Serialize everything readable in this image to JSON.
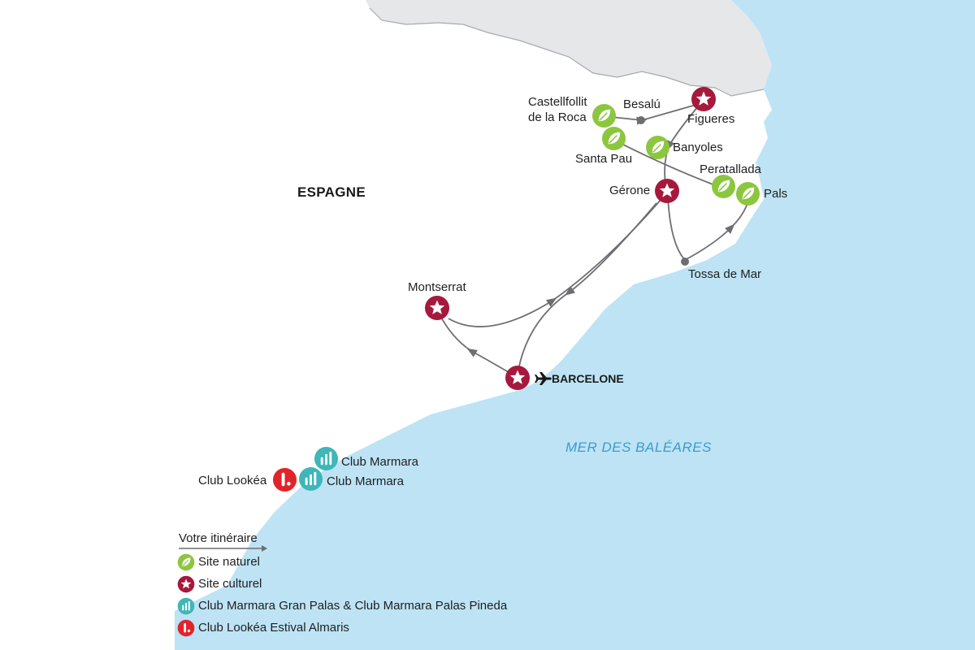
{
  "map": {
    "country_label": "ESPAGNE",
    "sea_label": "MER DES BALÉARES",
    "capital_label": "BARCELONE",
    "places": {
      "castellfollit_line1": "Castellfollit",
      "castellfollit_line2": "de la Roca",
      "besalu": "Besalú",
      "figueres": "Figueres",
      "santa_pau": "Santa Pau",
      "banyoles": "Banyoles",
      "peratallada": "Peratallada",
      "pals": "Pals",
      "gerone": "Gérone",
      "tossa": "Tossa de Mar",
      "montserrat": "Montserrat",
      "club_marmara_1": "Club Marmara",
      "club_marmara_2": "Club Marmara",
      "club_lookea": "Club Lookéa"
    }
  },
  "legend": {
    "title": "Votre itinéraire",
    "items": [
      {
        "icon": "leaf-icon",
        "label": "Site naturel"
      },
      {
        "icon": "star-icon",
        "label": "Site culturel"
      },
      {
        "icon": "marmara-logo-icon",
        "label": "Club Marmara Gran Palas & Club Marmara Palas Pineda"
      },
      {
        "icon": "lookea-logo-icon",
        "label": "Club Lookéa Estival Almaris"
      }
    ]
  },
  "colors": {
    "sea": "#bde3f5",
    "land": "#ffffff",
    "france": "#e6e7e9",
    "border": "#a7a9ac",
    "route": "#6d6e71",
    "natural": "#8cc63f",
    "cultural": "#a6193c",
    "marmara": "#3fb6b7",
    "lookea": "#e2232a",
    "sea_text": "#3d9ccc"
  }
}
